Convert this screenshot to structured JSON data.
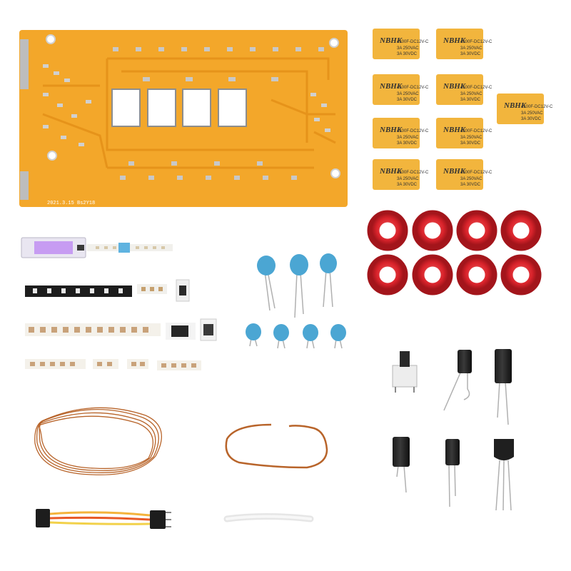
{
  "pcb": {
    "silkscreen_date": "2021.3.15 Bs2Y18"
  },
  "relays": {
    "brand": "NBHK",
    "model": "4100F-DC12V-C",
    "rating_ac": "3A 250VAC",
    "rating_dc": "3A 30VDC"
  },
  "colors": {
    "pcb": "#f3a72a",
    "pcb_trace": "#e9961c",
    "relay": "#f2b53d",
    "toroid": "#d9232b",
    "ceramic_cap": "#4ba6d3",
    "copper_wire": "#b8642a"
  }
}
